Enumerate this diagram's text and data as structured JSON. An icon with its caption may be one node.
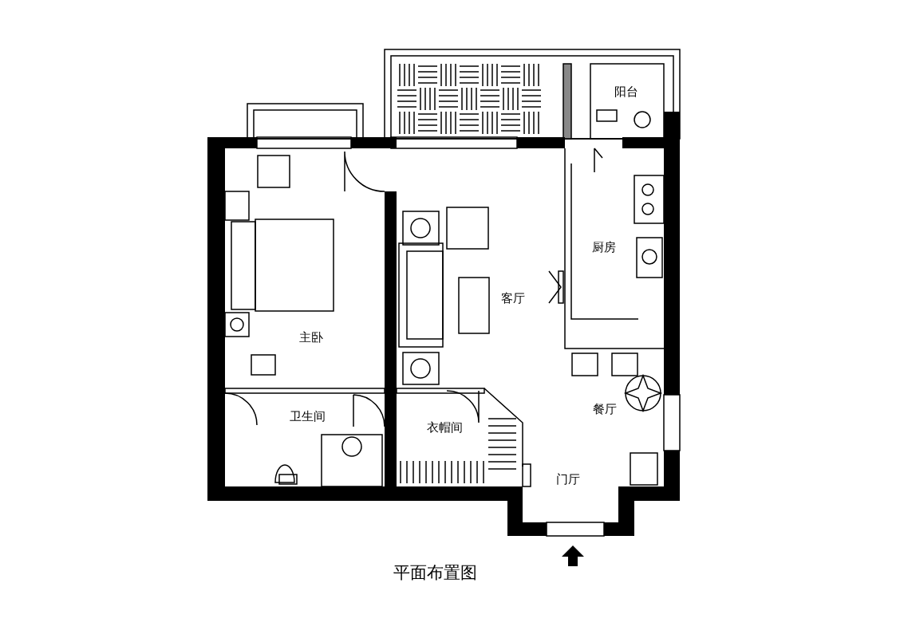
{
  "diagram": {
    "title": "平面布置图",
    "labels": [
      "阳台",
      "厨房",
      "客厅",
      "主卧",
      "卫生间",
      "衣帽间",
      "餐厅",
      "门厅"
    ]
  }
}
